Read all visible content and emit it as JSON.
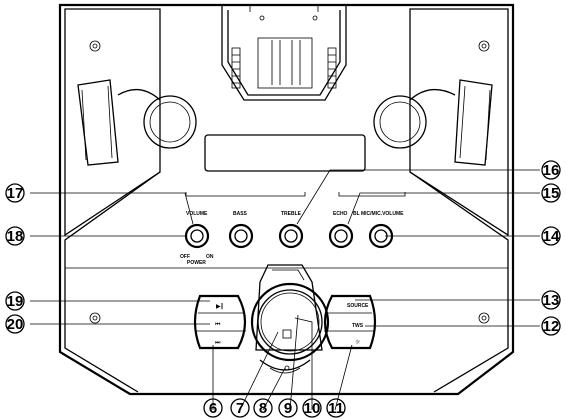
{
  "knob_labels": {
    "volume": "VOLUME",
    "bass": "BASS",
    "treble": "TREBLE",
    "echo": "ECHO",
    "mic_volume": "BL MIC/MIC.VOLUME",
    "off": "OFF",
    "on": "ON",
    "power": "POWER"
  },
  "button_labels": {
    "source": "SOURCE",
    "tws": "TWS"
  },
  "callouts": [
    "6",
    "7",
    "8",
    "9",
    "10",
    "11",
    "12",
    "13",
    "14",
    "15",
    "16",
    "17",
    "18",
    "19",
    "20"
  ]
}
